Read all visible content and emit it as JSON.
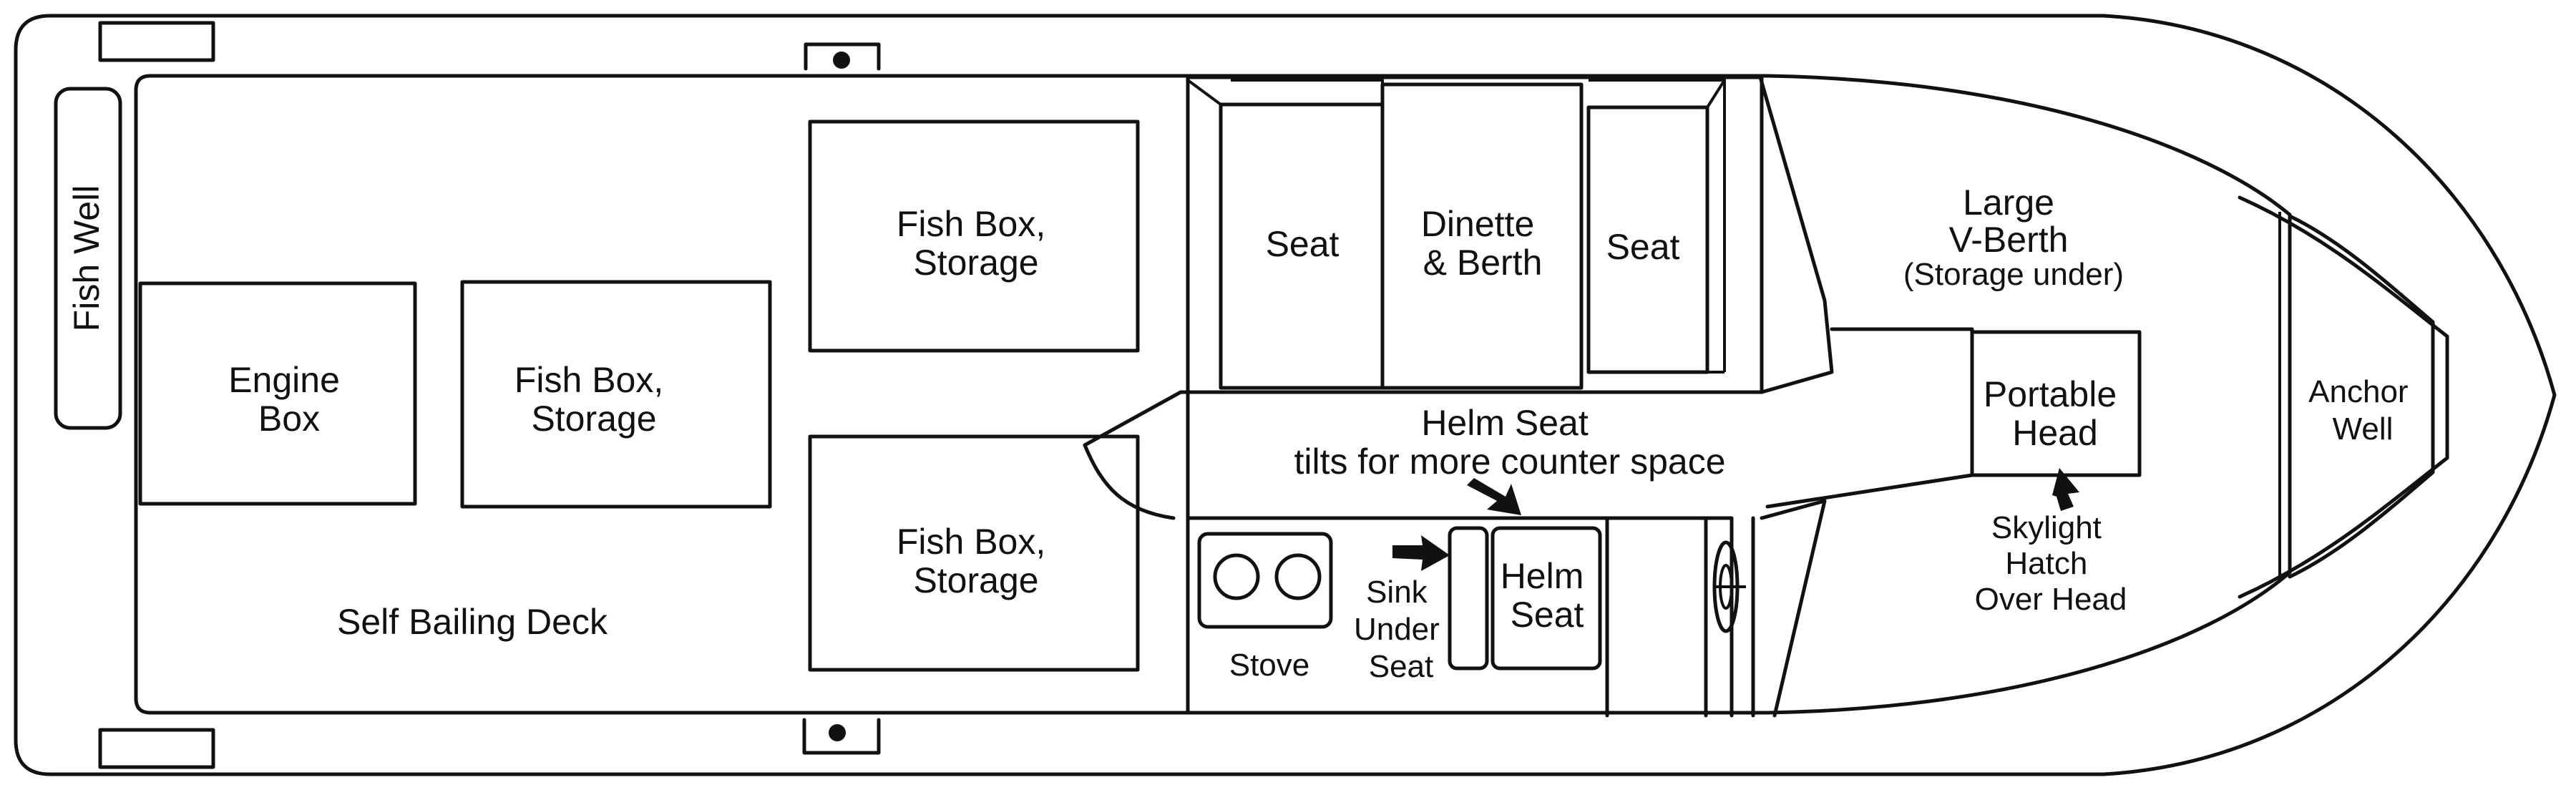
{
  "labels": {
    "fish_well": "Fish Well",
    "engine_box": [
      "Engine",
      "Box"
    ],
    "fish_box_left": [
      "Fish Box,",
      "Storage"
    ],
    "fish_box_top": [
      "Fish Box,",
      "Storage"
    ],
    "fish_box_bottom": [
      "Fish Box,",
      "Storage"
    ],
    "self_bailing_deck": "Self Bailing Deck",
    "seat_left": "Seat",
    "dinette": [
      "Dinette",
      "& Berth"
    ],
    "seat_right": "Seat",
    "helm_seat_note": [
      "Helm Seat",
      "tilts for more counter space"
    ],
    "sink": [
      "Sink",
      "Under",
      "Seat"
    ],
    "helm_seat": [
      "Helm",
      "Seat"
    ],
    "stove": "Stove",
    "v_berth": [
      "Large",
      "V-Berth",
      "(Storage under)"
    ],
    "portable_head": [
      "Portable",
      "Head"
    ],
    "skylight": [
      "Skylight",
      "Hatch",
      "Over Head"
    ],
    "anchor_well": [
      "Anchor",
      "Well"
    ]
  }
}
